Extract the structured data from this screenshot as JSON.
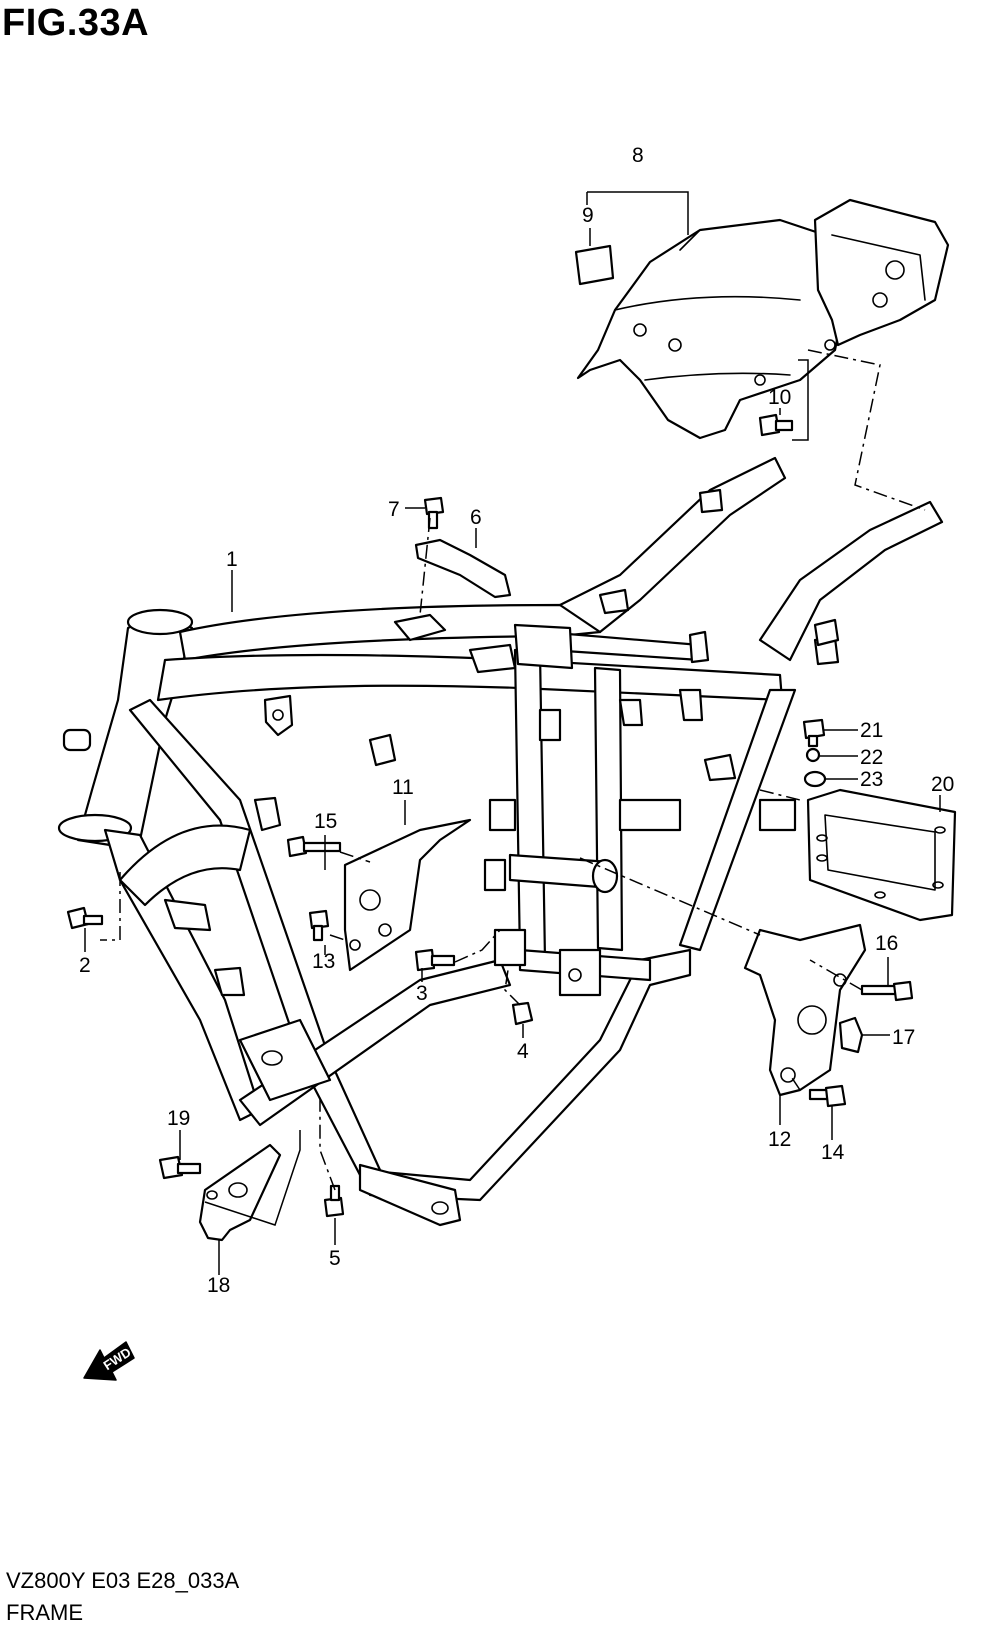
{
  "figure": {
    "title": "FIG.33A",
    "code": "VZ800Y E03 E28_033A",
    "name": "FRAME"
  },
  "fwd_label": "FWD",
  "callouts": [
    "1",
    "2",
    "3",
    "4",
    "5",
    "6",
    "7",
    "8",
    "9",
    "10",
    "11",
    "12",
    "13",
    "14",
    "15",
    "16",
    "17",
    "18",
    "19",
    "20",
    "21",
    "22",
    "23"
  ]
}
